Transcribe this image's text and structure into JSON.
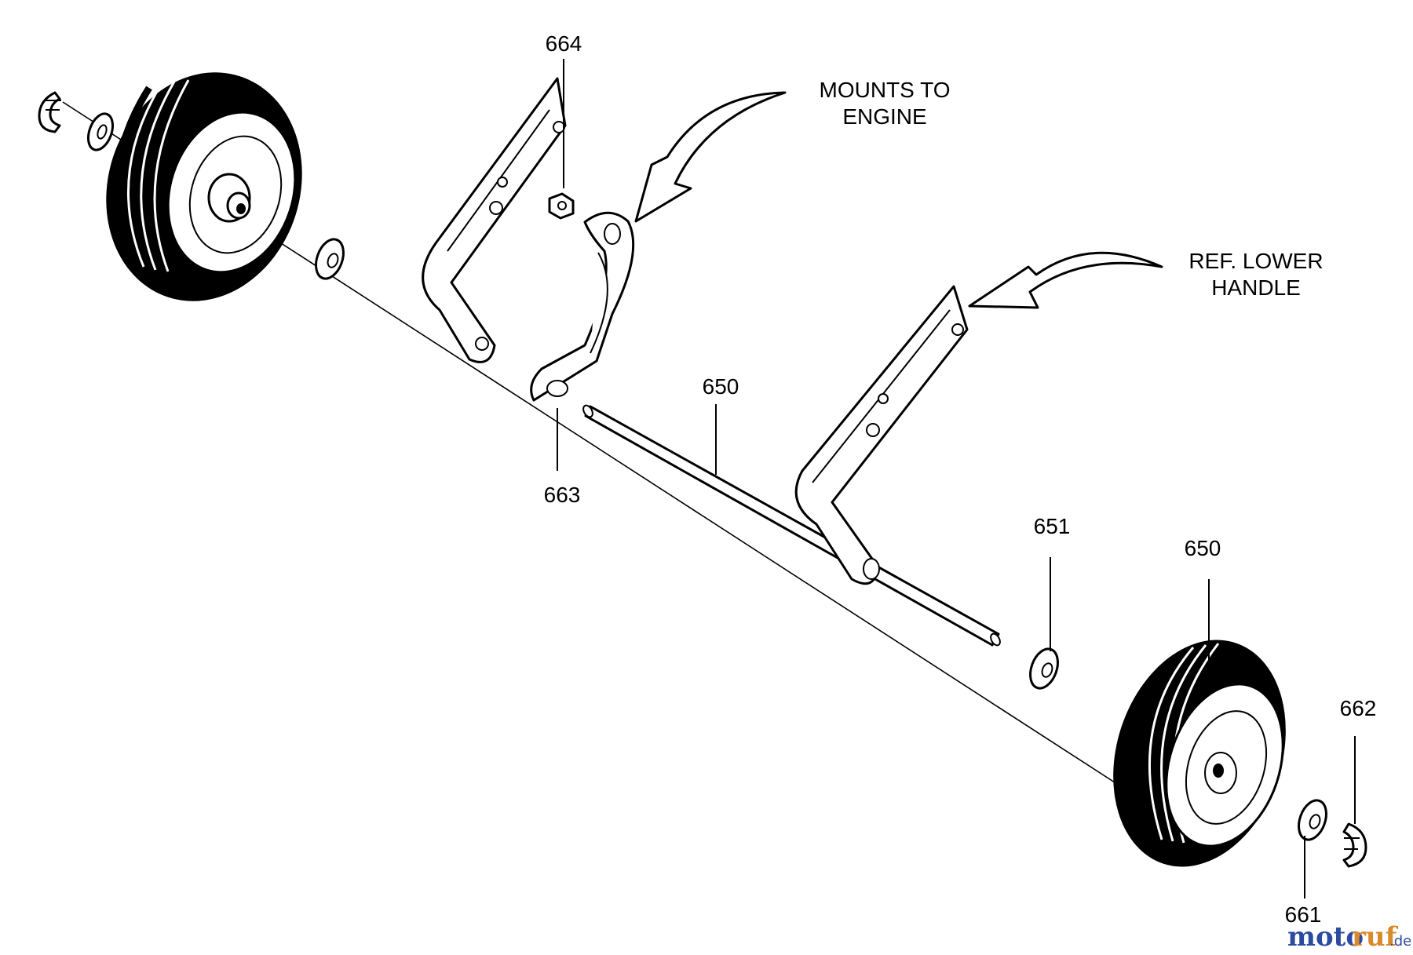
{
  "callouts": {
    "c664": "664",
    "c663": "663",
    "c650_axle": "650",
    "c651": "651",
    "c650_wheel": "650",
    "c662": "662",
    "c661": "661"
  },
  "notes": {
    "mounts_line1": "MOUNTS TO",
    "mounts_line2": "ENGINE",
    "ref_line1": "REF. LOWER",
    "ref_line2": "HANDLE"
  },
  "watermark": {
    "part1": "moto",
    "part2": "ruf",
    "suffix": ".de"
  },
  "colors": {
    "line": "#000000",
    "background": "#ffffff",
    "watermark_blue": "#2c4aa0",
    "watermark_orange": "#d98a2a"
  }
}
